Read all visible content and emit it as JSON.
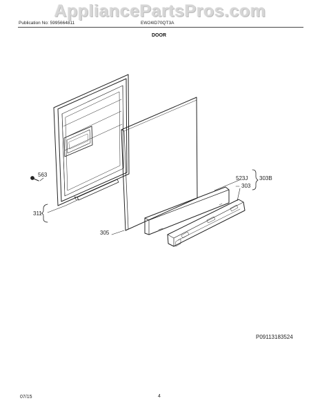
{
  "header": {
    "watermark": "AppliancePartsPros.com",
    "publication_no": "Publication No: 5995664811",
    "model": "EW24ID70QT3A",
    "section_title": "DOOR"
  },
  "part_labels": {
    "p563": "563",
    "p523j": "523J",
    "p303b": "303B",
    "p303": "303",
    "p311": "311",
    "p305": "305"
  },
  "diagram_code": "P09113183524",
  "footer": {
    "date": "07/15",
    "page": "4"
  }
}
